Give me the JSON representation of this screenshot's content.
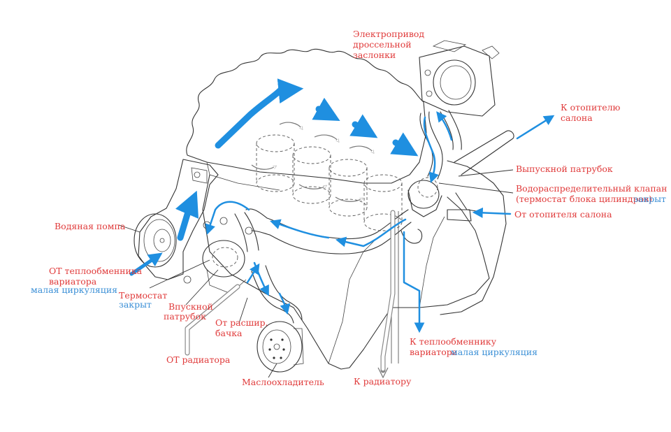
{
  "colors": {
    "label_red": "#e03a3a",
    "label_blue": "#3a8fd6",
    "flow_blue": "#1f8fe0",
    "outline": "#333333"
  },
  "labels": {
    "throttle": [
      "Электропривод",
      "дроссельной",
      "заслонки"
    ],
    "to_heater": [
      "К отопителю",
      "салона"
    ],
    "outlet_pipe": "Выпускной патрубок",
    "distribution_valve": [
      "Водораспределительный клапан",
      "(термостат блока цилиндров)"
    ],
    "distribution_valve_state": "закрыт",
    "from_heater": "От отопителя салона",
    "water_pump": "Водяная помпа",
    "from_cvt_exchanger": [
      "ОТ теплообменника",
      "вариатора"
    ],
    "small_circulation": "малая циркуляция",
    "thermostat": "Термостат",
    "thermostat_state": "закрыт",
    "inlet_pipe": [
      "Впускной",
      "патрубок"
    ],
    "from_expansion_tank": [
      "От расшир.",
      "бачка"
    ],
    "from_radiator": "ОТ радиатора",
    "oil_cooler": "Маслоохладитель",
    "to_radiator": "К радиатору",
    "to_cvt_exchanger": [
      "К теплообменнику",
      "вариатора"
    ],
    "to_cvt_state": "малая циркуляция"
  }
}
